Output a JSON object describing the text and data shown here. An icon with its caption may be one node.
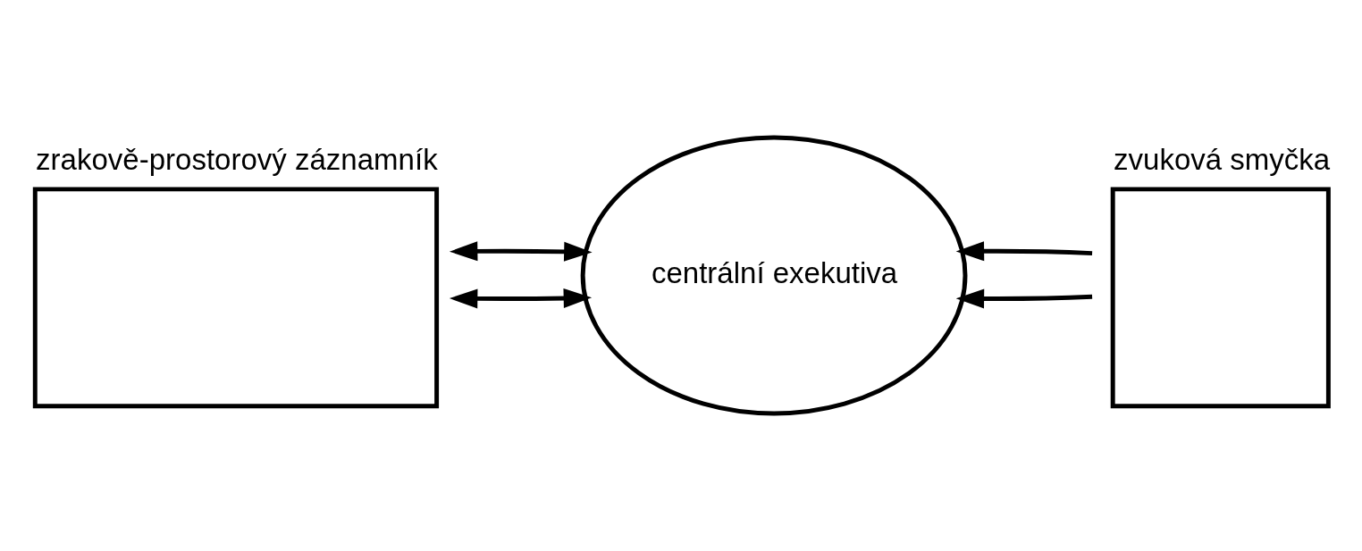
{
  "diagram": {
    "nodes": [
      {
        "text": [
          "zrakově-prostorový záznamník"
        ]
      },
      {
        "text": [
          "centrální exekutiva"
        ]
      },
      {
        "text": [
          "zvuková smyčka"
        ]
      }
    ],
    "edges": [
      {
        "from": 0,
        "to": 1,
        "arrow": "both"
      },
      {
        "from": 0,
        "to": 1,
        "arrow": "both"
      },
      {
        "from": 2,
        "to": 1,
        "arrow": "to"
      },
      {
        "from": 2,
        "to": 1,
        "arrow": "to"
      }
    ]
  }
}
